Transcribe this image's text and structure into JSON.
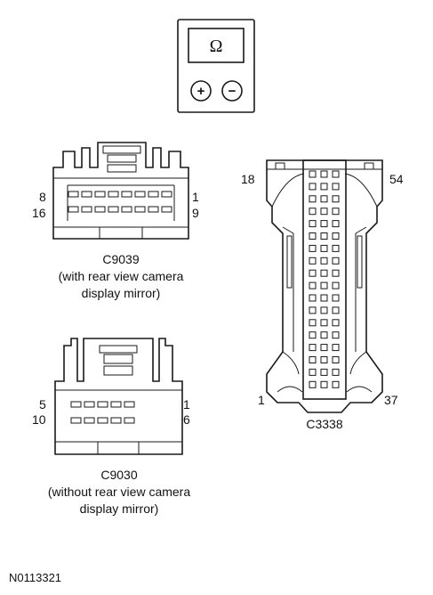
{
  "meter": {
    "display_symbol": "Ω",
    "plus_symbol": "+",
    "minus_symbol": "−"
  },
  "connectors": {
    "c9039": {
      "name": "C9039",
      "note_line1": "(with rear view camera",
      "note_line2": "display mirror)",
      "pin_top_left": "8",
      "pin_bottom_left": "16",
      "pin_top_right": "1",
      "pin_bottom_right": "9"
    },
    "c9030": {
      "name": "C9030",
      "note_line1": "(without rear view camera",
      "note_line2": "display mirror)",
      "pin_top_left": "5",
      "pin_bottom_left": "10",
      "pin_top_right": "1",
      "pin_bottom_right": "6"
    },
    "c3338": {
      "name": "C3338",
      "pin_top_left": "18",
      "pin_top_right": "54",
      "pin_bottom_left": "1",
      "pin_bottom_right": "37"
    }
  },
  "figure_id": "N0113321"
}
